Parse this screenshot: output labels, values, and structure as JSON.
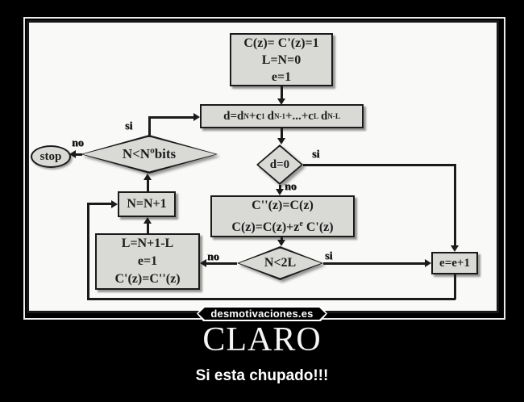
{
  "poster": {
    "watermark": "desmotivaciones.es",
    "title": "CLARO",
    "subtitle": "Si esta chupado!!!"
  },
  "flowchart": {
    "init_box": {
      "line1": "C(z)= C'(z)=1",
      "line2": "L=N=0",
      "line3": "e=1"
    },
    "formula_box": {
      "t1": "d=d",
      "s1": "N",
      "t2": "+c",
      "s2": "1",
      "t3": "d",
      "s3": "N-1",
      "t4": "+...+c",
      "s4": "L",
      "t5": "d",
      "s5": "N-L"
    },
    "bits_diamond": {
      "label": "N<Nºbits"
    },
    "stop_node": {
      "label": "stop"
    },
    "d0_diamond": {
      "label": "d=0"
    },
    "update_box": {
      "line1": "C''(z)=C(z)",
      "line2_a": "C(z)=C(z)+z",
      "line2_sup": "e",
      "line2_b": "C'(z)"
    },
    "n2l_diamond": {
      "label": "N<2L"
    },
    "n_box": {
      "label": "N=N+1"
    },
    "l_box": {
      "line1": "L=N+1-L",
      "line2": "e=1",
      "line3": "C'(z)=C''(z)"
    },
    "e_box": {
      "label": "e=e+1"
    },
    "labels": {
      "si_bits": "si",
      "no_bits": "no",
      "si_d0": "si",
      "no_d0": "no",
      "si_n2l": "si",
      "no_n2l": "no"
    }
  },
  "colors": {
    "background": "#000000",
    "paper": "#f9f9f7",
    "box_fill": "#d9d9d6",
    "line": "#1b1b1b",
    "caption_text": "#ffffff"
  }
}
